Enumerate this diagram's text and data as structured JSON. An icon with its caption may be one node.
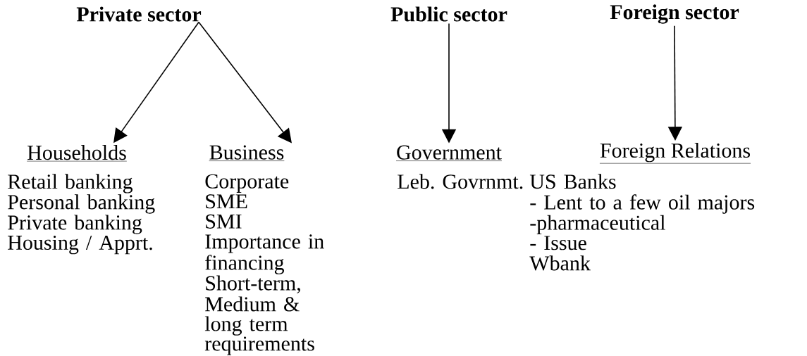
{
  "diagram": {
    "nodes": [
      {
        "text": [
          "Private sector"
        ]
      },
      {
        "text": [
          "Households"
        ],
        "beside": [
          "Retail banking",
          "Personal banking",
          "Private banking",
          "Housing / Apprt."
        ]
      },
      {
        "text": [
          "Business"
        ],
        "beside": [
          "Corporate",
          "SME",
          "SMI",
          "Importance in financing",
          "Short-term, Medium & long term requirements"
        ]
      },
      {
        "text": [
          "Public sector"
        ]
      },
      {
        "text": [
          "Government"
        ],
        "beside": [
          "Leb. Govrnmt."
        ]
      },
      {
        "text": [
          "Foreign sector"
        ]
      },
      {
        "text": [
          "Foreign Relations"
        ],
        "beside": [
          "US Banks",
          "- Lent to a few oil majors",
          "-pharmaceutical",
          "- Issue",
          "Wbank"
        ]
      }
    ],
    "edges": [
      {
        "from": 0,
        "to": 1,
        "arrow": "to"
      },
      {
        "from": 0,
        "to": 2,
        "arrow": "to"
      },
      {
        "from": 3,
        "to": 4,
        "arrow": "to"
      },
      {
        "from": 5,
        "to": 6,
        "arrow": "to"
      }
    ]
  }
}
